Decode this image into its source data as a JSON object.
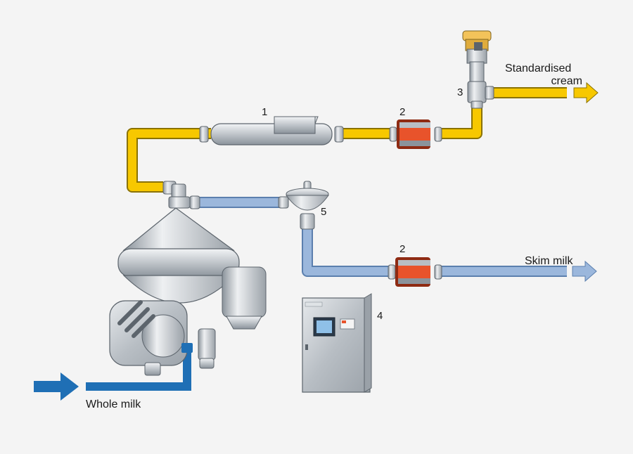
{
  "labels": {
    "whole_milk": "Whole milk",
    "skim_milk": "Skim milk",
    "standardised_line1": "Standardised",
    "standardised_line2": "cream"
  },
  "numbers": {
    "flow_meter": "1",
    "density_meter_cream": "2",
    "density_meter_skim": "2",
    "control_valve": "3",
    "control_panel": "4",
    "constant_pressure_valve": "5"
  },
  "colors": {
    "background": "#f4f4f4",
    "cream_pipe": "#f7c800",
    "skim_pipe": "#9bb7dc",
    "whole_milk_pipe": "#1f6fb5",
    "meter_body": "#e8532b"
  }
}
